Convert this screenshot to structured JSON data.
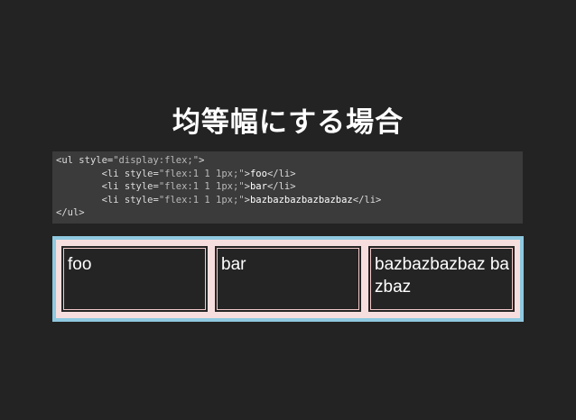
{
  "slide": {
    "title": "均等幅にする場合"
  },
  "code": {
    "lines": [
      [
        {
          "c": "tag",
          "t": "<ul "
        },
        {
          "c": "attr",
          "t": "style="
        },
        {
          "c": "str",
          "t": "\"display:flex;\""
        },
        {
          "c": "tag",
          "t": ">"
        }
      ],
      [
        {
          "c": "txt",
          "t": "        "
        },
        {
          "c": "tag",
          "t": "<li "
        },
        {
          "c": "attr",
          "t": "style="
        },
        {
          "c": "str",
          "t": "\"flex:1 1 1px;\""
        },
        {
          "c": "tag",
          "t": ">"
        },
        {
          "c": "txt",
          "t": "foo"
        },
        {
          "c": "tag",
          "t": "</li>"
        }
      ],
      [
        {
          "c": "txt",
          "t": "        "
        },
        {
          "c": "tag",
          "t": "<li "
        },
        {
          "c": "attr",
          "t": "style="
        },
        {
          "c": "str",
          "t": "\"flex:1 1 1px;\""
        },
        {
          "c": "tag",
          "t": ">"
        },
        {
          "c": "txt",
          "t": "bar"
        },
        {
          "c": "tag",
          "t": "</li>"
        }
      ],
      [
        {
          "c": "txt",
          "t": "        "
        },
        {
          "c": "tag",
          "t": "<li "
        },
        {
          "c": "attr",
          "t": "style="
        },
        {
          "c": "str",
          "t": "\"flex:1 1 1px;\""
        },
        {
          "c": "tag",
          "t": ">"
        },
        {
          "c": "txt",
          "t": "bazbazbazbazbazbaz"
        },
        {
          "c": "tag",
          "t": "</li>"
        }
      ],
      [
        {
          "c": "tag",
          "t": "</ul>"
        }
      ]
    ]
  },
  "demo": {
    "items": [
      "foo",
      "bar",
      "bazbazbazbaz bazbaz"
    ]
  },
  "colors": {
    "background": "#232323",
    "code_background": "#3b3b3b",
    "demo_border": "#8fc9e0",
    "demo_ul": "#f7dede"
  }
}
